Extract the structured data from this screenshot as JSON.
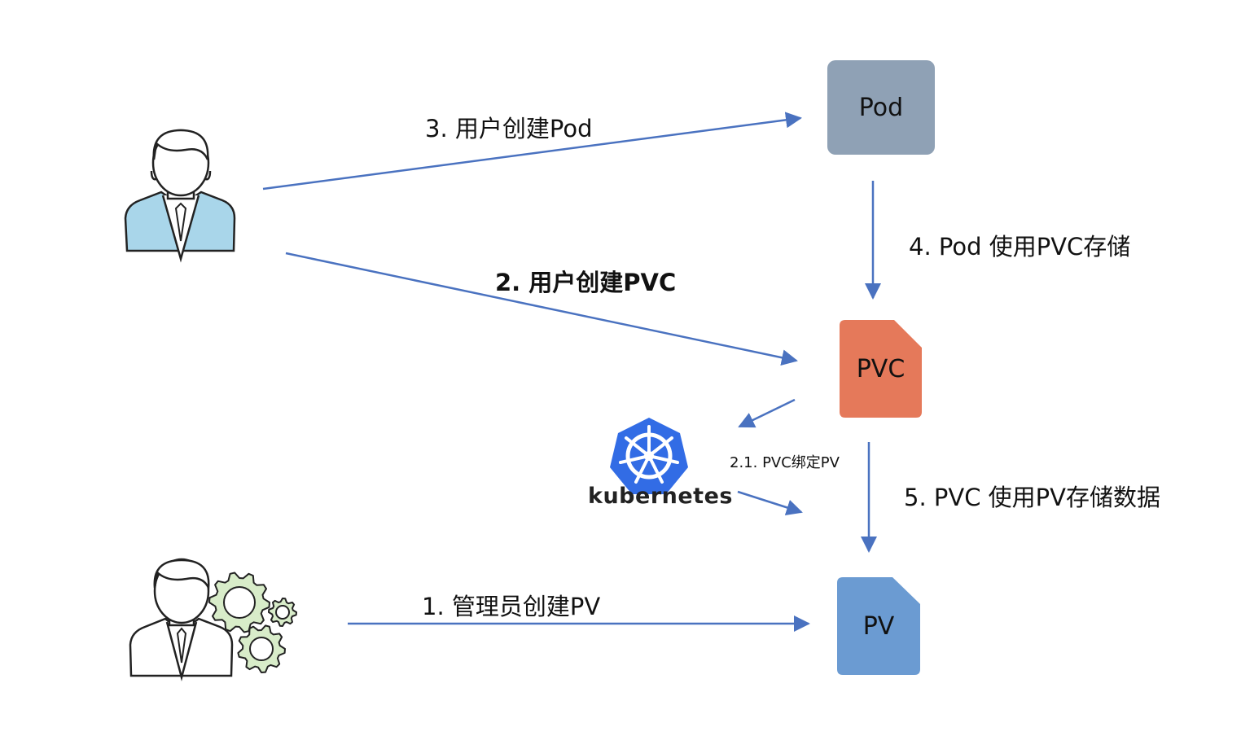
{
  "nodes": {
    "pod": {
      "label": "Pod",
      "color": "#8fa1b5"
    },
    "pvc": {
      "label": "PVC",
      "color": "#e5795a"
    },
    "pv": {
      "label": "PV",
      "color": "#6b9bd2"
    }
  },
  "edges": {
    "user_create_pod": "3. 用户创建Pod",
    "pod_use_pvc": "4. Pod 使用PVC存储",
    "user_create_pvc": "2. 用户创建PVC",
    "pvc_bind_pv": "2.1. PVC绑定PV",
    "pvc_use_pv": "5. PVC 使用PV存储数据",
    "admin_create_pv": "1. 管理员创建PV"
  },
  "logo": {
    "text": "kubernetes",
    "color": "#326ce5"
  },
  "colors": {
    "arrow": "#4a72c0",
    "user_shirt": "#a9d6ea",
    "gear": "#d8ecc9"
  }
}
